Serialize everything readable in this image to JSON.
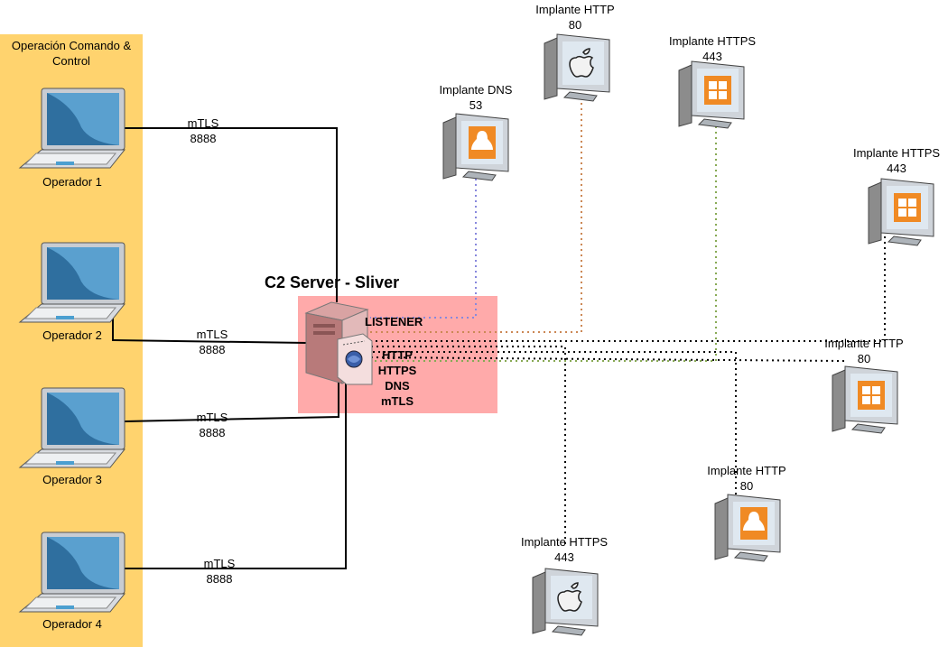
{
  "panel": {
    "title": "Operación Comando & Control",
    "color": "#FFD36E"
  },
  "operators": [
    {
      "label": "Operador 1",
      "proto": "mTLS",
      "port": "8888"
    },
    {
      "label": "Operador 2",
      "proto": "mTLS",
      "port": "8888"
    },
    {
      "label": "Operador 3",
      "proto": "mTLS",
      "port": "8888"
    },
    {
      "label": "Operador 4",
      "proto": "mTLS",
      "port": "8888"
    }
  ],
  "server": {
    "title": "C2 Server - Sliver",
    "listener": "LISTENER",
    "protocols": [
      "HTTP",
      "HTTPS",
      "DNS",
      "mTLS"
    ],
    "color": "#FFAAAA"
  },
  "implants": [
    {
      "name": "Implante DNS",
      "port": "53",
      "os": "linux-icon"
    },
    {
      "name": "Implante HTTP",
      "port": "80",
      "os": "apple-icon"
    },
    {
      "name": "Implante HTTPS",
      "port": "443",
      "os": "windows-icon"
    },
    {
      "name": "Implante HTTPS",
      "port": "443",
      "os": "windows-icon"
    },
    {
      "name": "Implante HTTP",
      "port": "80",
      "os": "windows-icon"
    },
    {
      "name": "Implante HTTP",
      "port": "80",
      "os": "linux-icon"
    },
    {
      "name": "Implante HTTPS",
      "port": "443",
      "os": "apple-icon"
    }
  ],
  "colors": {
    "dns_line": "#8888dd",
    "http_line": "#cc8855",
    "https_line": "#88aa55",
    "black_line": "#000000",
    "os_orange": "#F08A24"
  }
}
